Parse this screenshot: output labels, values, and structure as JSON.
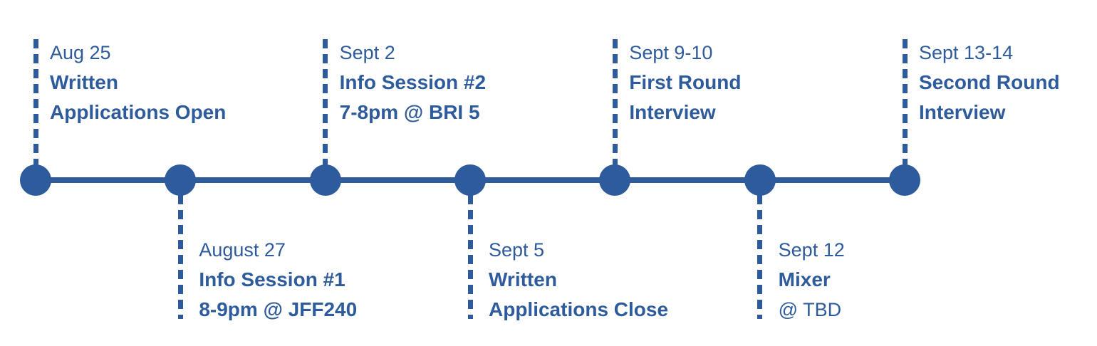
{
  "accent_color": "#2E5B9B",
  "background_color": "#FFFFFF",
  "timeline": {
    "events": [
      {
        "date": "Aug 25",
        "side": "top",
        "lines": [
          {
            "text": "Written",
            "bold": true
          },
          {
            "text": "Applications Open",
            "bold": true
          }
        ]
      },
      {
        "date": "August 27",
        "side": "bottom",
        "lines": [
          {
            "text": "Info Session #1",
            "bold": true
          },
          {
            "text": "8-9pm @ JFF240",
            "bold": true
          }
        ]
      },
      {
        "date": "Sept 2",
        "side": "top",
        "lines": [
          {
            "text": "Info Session #2",
            "bold": true
          },
          {
            "text": "7-8pm @ BRI 5",
            "bold": true
          }
        ]
      },
      {
        "date": "Sept 5",
        "side": "bottom",
        "lines": [
          {
            "text": "Written",
            "bold": true
          },
          {
            "text": "Applications Close",
            "bold": true
          }
        ]
      },
      {
        "date": "Sept 9-10",
        "side": "top",
        "lines": [
          {
            "text": "First Round",
            "bold": true
          },
          {
            "text": "Interview",
            "bold": true
          }
        ]
      },
      {
        "date": "Sept 12",
        "side": "bottom",
        "lines": [
          {
            "text": "Mixer",
            "bold": true
          },
          {
            "text": "@ TBD",
            "bold": false
          }
        ]
      },
      {
        "date": "Sept 13-14",
        "side": "top",
        "lines": [
          {
            "text": "Second Round",
            "bold": true
          },
          {
            "text": "Interview",
            "bold": true
          }
        ]
      }
    ]
  }
}
